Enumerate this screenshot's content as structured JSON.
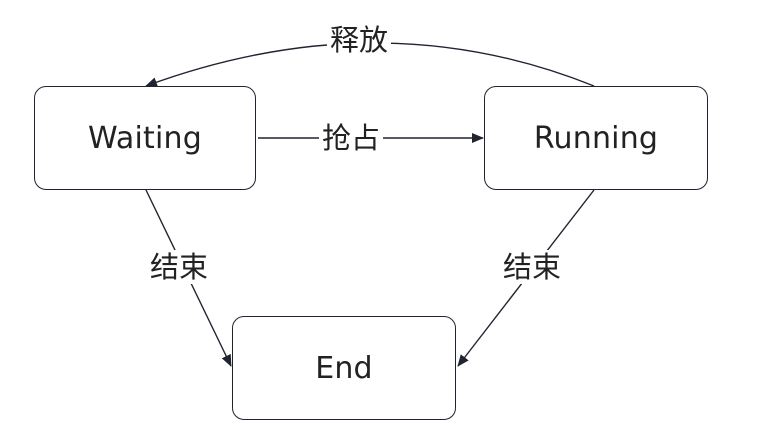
{
  "colors": {
    "stroke": "#1f2430",
    "text": "#222222",
    "background": "#ffffff"
  },
  "nodes": {
    "waiting": "Waiting",
    "running": "Running",
    "end": "End"
  },
  "edges": {
    "release": "释放",
    "preempt": "抢占",
    "waiting_to_end": "结束",
    "running_to_end": "结束"
  }
}
